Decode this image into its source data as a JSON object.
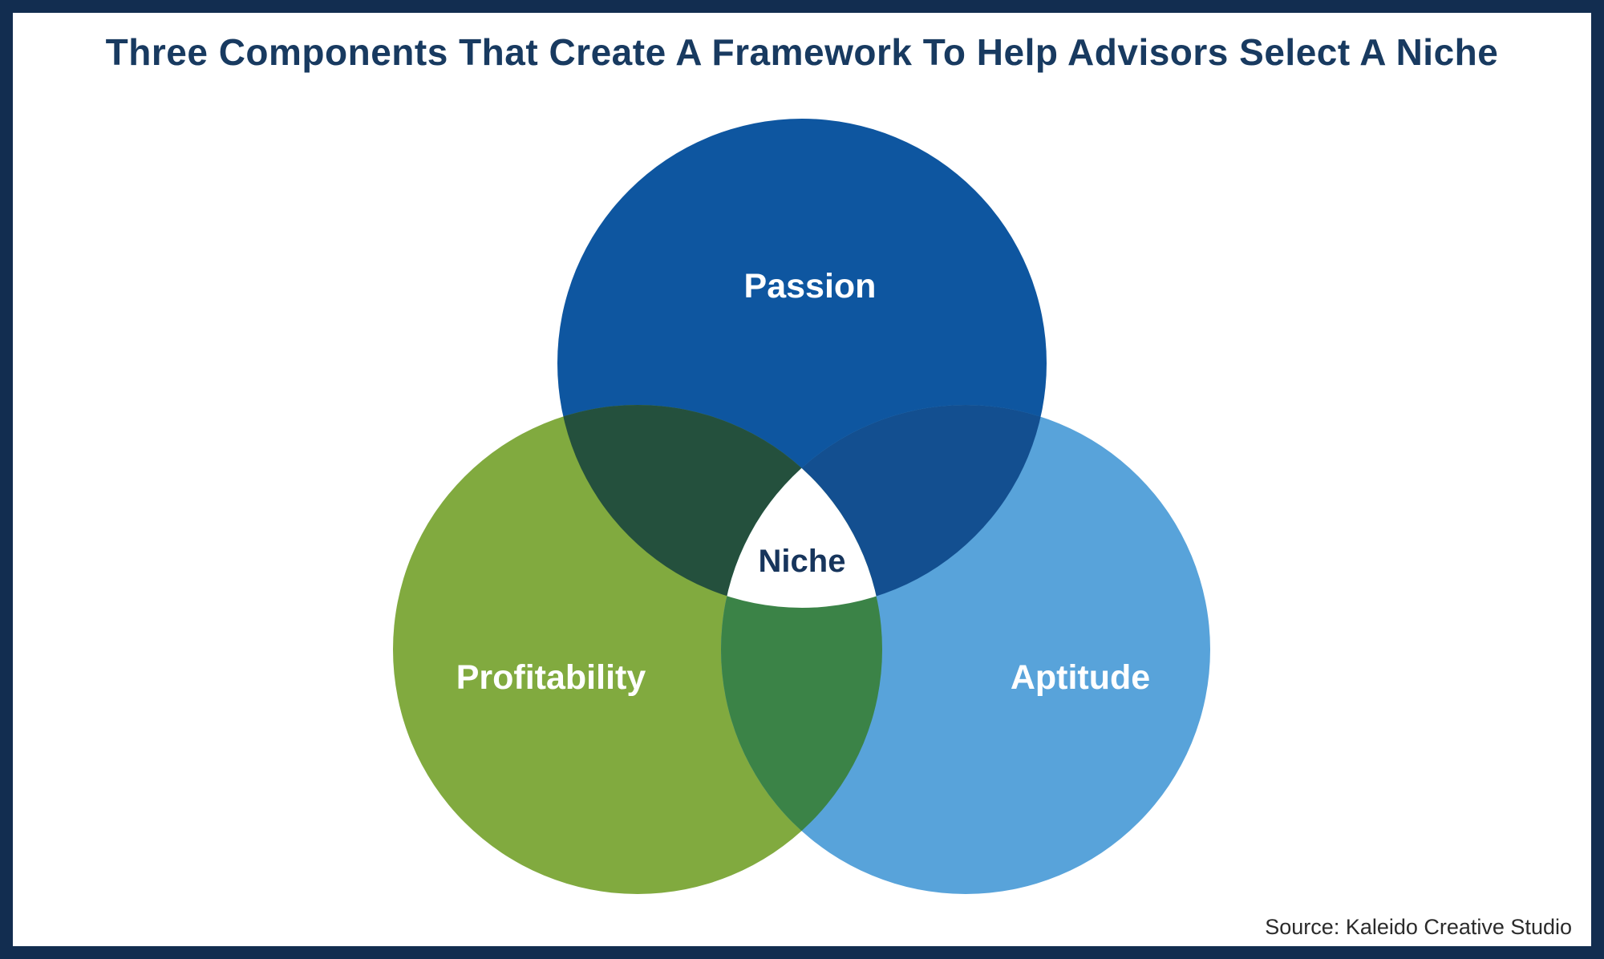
{
  "title": "Three Components That Create A Framework To Help Advisors Select A Niche",
  "source": "Source: Kaleido Creative Studio",
  "diagram": {
    "type": "venn",
    "description": "Three overlapping circles whose common center is the Niche",
    "circles": [
      {
        "label": "Passion",
        "color": "#0E56A0"
      },
      {
        "label": "Profitability",
        "color": "#81AA3F"
      },
      {
        "label": "Aptitude",
        "color": "#58A3DA"
      }
    ],
    "overlaps": {
      "passion_profitability": "#24503D",
      "passion_aptitude": "#134F90",
      "profitability_aptitude": "#3B8347",
      "center_color": "#FFFFFF",
      "center_label": "Niche"
    }
  },
  "colors": {
    "frame_border": "#122D50",
    "title_text": "#183A60",
    "label_text": "#FFFFFF",
    "center_label_text": "#17355C",
    "source_text": "#2B2B2B",
    "background": "#FFFFFF"
  }
}
